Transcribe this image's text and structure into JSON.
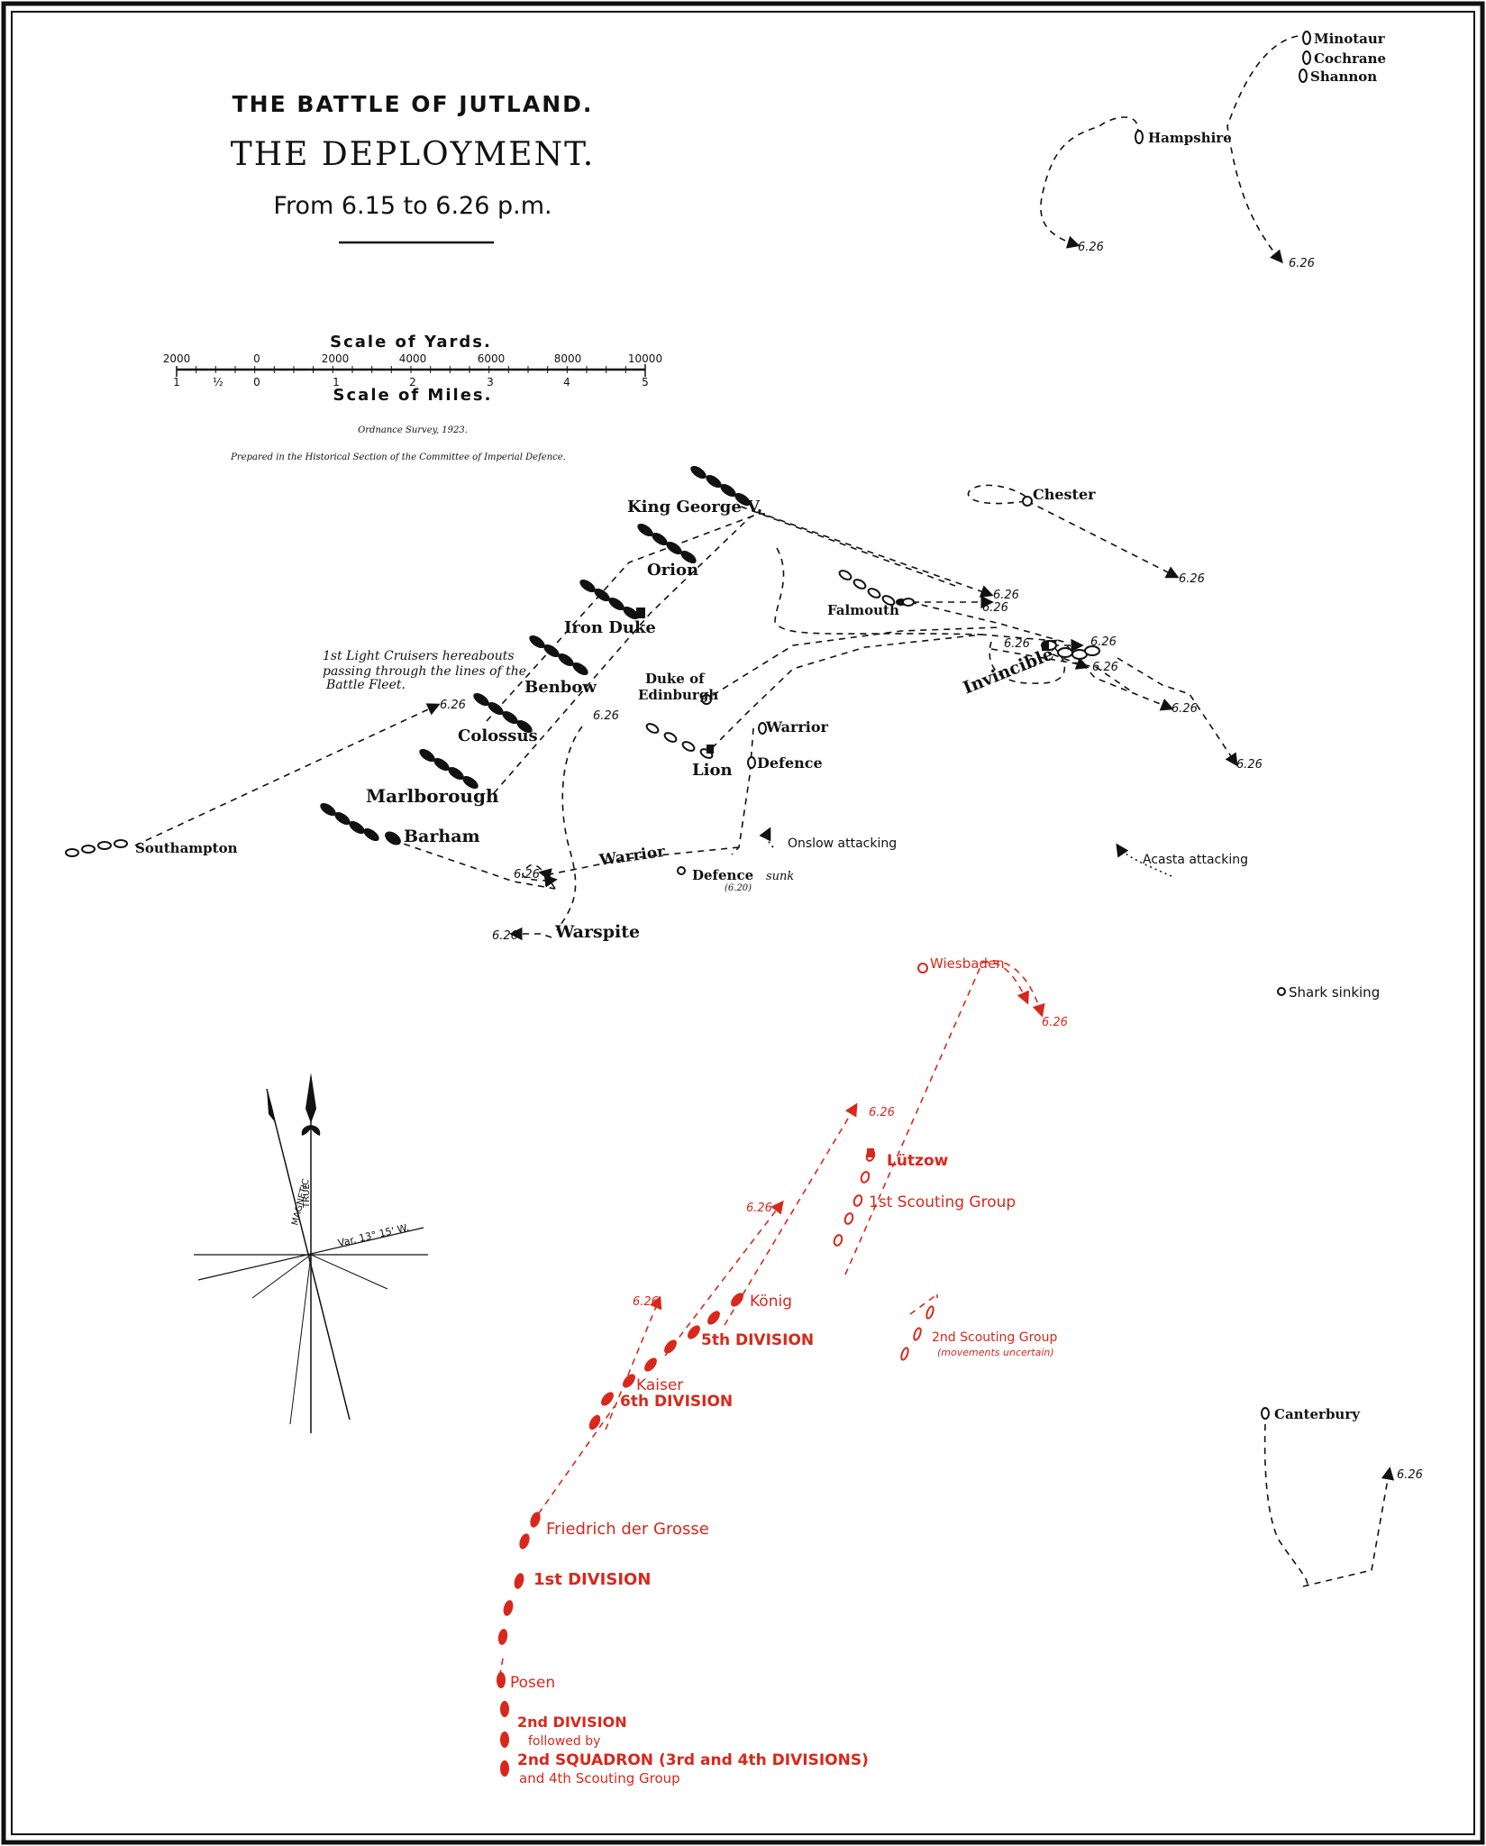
{
  "title": {
    "line1": "THE BATTLE OF JUTLAND.",
    "line2": "THE DEPLOYMENT.",
    "line3": "From 6.15 to 6.26 p.m."
  },
  "scale": {
    "yards_title": "Scale of Yards.",
    "yards_ticks": [
      "2000",
      "0",
      "2000",
      "4000",
      "6000",
      "8000",
      "10000"
    ],
    "miles_ticks": [
      "1",
      "½",
      "0",
      "1",
      "2",
      "3",
      "4",
      "5"
    ],
    "miles_title": "Scale of Miles.",
    "survey": "Ordnance Survey, 1923.",
    "prepared": "Prepared in the Historical Section of the Committee of Imperial Defence."
  },
  "compass": {
    "magnetic": "MAGNETIC",
    "true": "TRUE",
    "variation": "Var. 13° 15' W."
  },
  "british": {
    "ships": {
      "minotaur": "Minotaur",
      "cochrane": "Cochrane",
      "shannon": "Shannon",
      "hampshire": "Hampshire",
      "chester": "Chester",
      "king_george": "King George V.",
      "orion": "Orion",
      "iron_duke": "Iron Duke",
      "benbow": "Benbow",
      "colossus": "Colossus",
      "marlborough": "Marlborough",
      "barham": "Barham",
      "southampton": "Southampton",
      "falmouth": "Falmouth",
      "duke_of_edinburgh": "Duke of Edinburgh",
      "invincible": "Invincible",
      "warrior": "Warrior",
      "warrior_track": "Warrior",
      "defence": "Defence",
      "lion": "Lion",
      "warspite": "Warspite",
      "canterbury": "Canterbury"
    },
    "notes": {
      "light_cruisers": [
        "1st Light Cruisers hereabouts",
        "passing through the lines of the",
        "Battle Fleet."
      ],
      "onslow": "Onslow attacking",
      "acasta": "Acasta attacking",
      "defence_sunk": "Defence",
      "sunk": "sunk",
      "sunk_time": "(6.20)",
      "shark": "Shark sinking"
    },
    "time_label": "6.26"
  },
  "german": {
    "ships": {
      "wiesbaden": "Wiesbaden",
      "lutzow": "Lützow",
      "konig": "König",
      "kaiser": "Kaiser",
      "friedrich": "Friedrich der Grosse",
      "posen": "Posen"
    },
    "groups": {
      "first_scouting": "1st Scouting Group",
      "second_scouting": "2nd Scouting Group",
      "second_scouting_note": "(movements uncertain)",
      "fifth_division": "5th DIVISION",
      "sixth_division": "6th DIVISION",
      "first_division": "1st DIVISION",
      "second_division": "2nd DIVISION",
      "followed_by": "followed by",
      "second_squadron": "2nd SQUADRON (3rd and 4th DIVISIONS)",
      "fourth_scouting": "and 4th Scouting Group"
    },
    "time_label": "6.26"
  },
  "colors": {
    "british": "#111111",
    "german": "#d8281c",
    "frame": "#111111"
  }
}
